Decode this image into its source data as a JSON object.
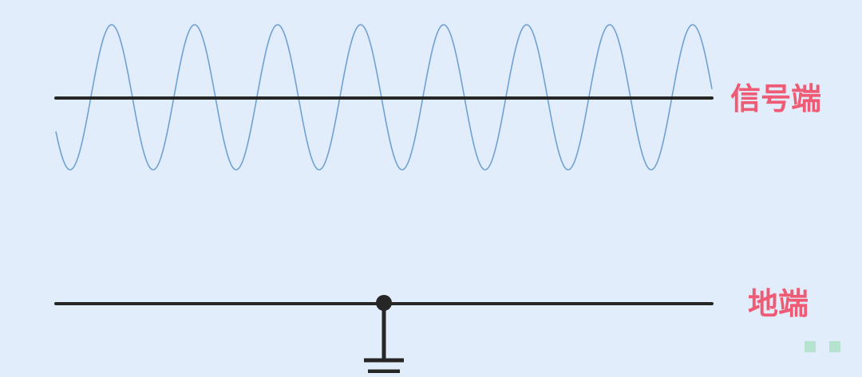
{
  "labels": {
    "signal_terminal": "信号端",
    "ground_terminal": "地端"
  },
  "colors": {
    "background": "#e1edfb",
    "wire": "#262626",
    "sine_wave": "#6fa1d3",
    "label_text": "#ef5b75",
    "corner_badge": "#b5e3cf"
  },
  "waveform": {
    "shape": "sine",
    "visible_cycles": 8
  },
  "icons": [
    "junction-dot",
    "ground-symbol",
    "corner-badge"
  ]
}
